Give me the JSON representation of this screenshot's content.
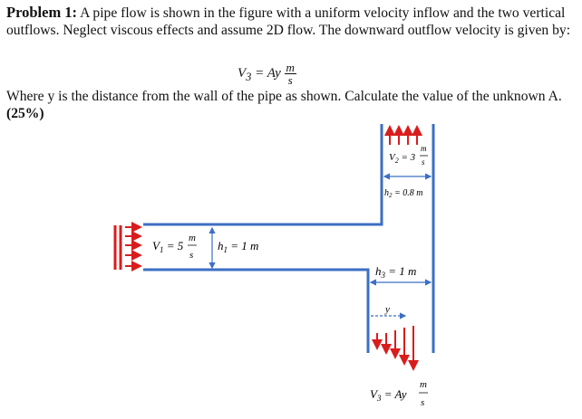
{
  "problem": {
    "label": "Problem 1:",
    "statement": "A pipe flow is shown in the figure with a uniform velocity inflow and the two vertical outflows. Neglect viscous effects and assume 2D flow. The downward outflow velocity is given by:",
    "equation": {
      "lhs": "V",
      "sub": "3",
      "rhs": " = Ay",
      "num": "m",
      "den": "s"
    },
    "where_text": "Where y is the distance from the wall of the pipe as shown. Calculate the value of the unknown A.",
    "percent": "(25%)"
  },
  "figure": {
    "v1": {
      "lhs": "V",
      "sub": "1",
      "rhs": " = 5",
      "num": "m",
      "den": "s"
    },
    "h1": {
      "lhs": "h",
      "sub": "1",
      "rhs": " = 1 m"
    },
    "v2": {
      "lhs": "V",
      "sub": "2",
      "rhs": " = 3",
      "num": "m",
      "den": "s"
    },
    "h2": {
      "lhs": "h",
      "sub": "2",
      "rhs": " = 0.8 m"
    },
    "h3": {
      "lhs": "h",
      "sub": "3",
      "rhs": " = 1 m"
    },
    "y_label": "y",
    "v3": {
      "lhs": "V",
      "sub": "3",
      "rhs": " = Ay",
      "num": "m",
      "den": "s"
    },
    "colors": {
      "pipe": "#3c6fc4",
      "arrow_in": "#d91d1d",
      "dim": "#3c6fc4"
    }
  }
}
